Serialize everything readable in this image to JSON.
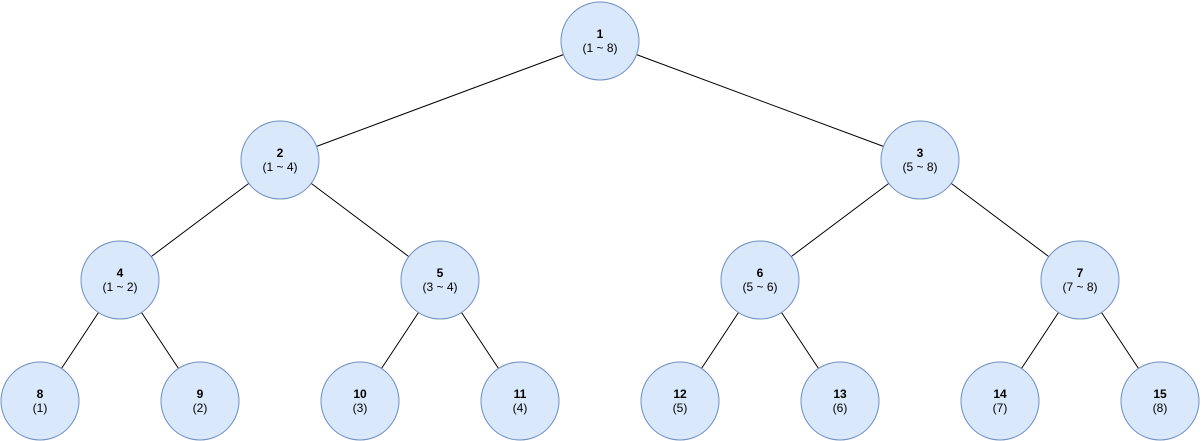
{
  "style": {
    "node_fill": "#dae8fc",
    "node_stroke": "#6c8ebf",
    "edge_color": "#000000"
  },
  "tree": {
    "nodes": [
      {
        "id": "1",
        "range": "(1 ~ 8)"
      },
      {
        "id": "2",
        "range": "(1 ~ 4)"
      },
      {
        "id": "3",
        "range": "(5 ~ 8)"
      },
      {
        "id": "4",
        "range": "(1 ~ 2)"
      },
      {
        "id": "5",
        "range": "(3 ~ 4)"
      },
      {
        "id": "6",
        "range": "(5 ~ 6)"
      },
      {
        "id": "7",
        "range": "(7 ~ 8)"
      },
      {
        "id": "8",
        "range": "(1)"
      },
      {
        "id": "9",
        "range": "(2)"
      },
      {
        "id": "10",
        "range": "(3)"
      },
      {
        "id": "11",
        "range": "(4)"
      },
      {
        "id": "12",
        "range": "(5)"
      },
      {
        "id": "13",
        "range": "(6)"
      },
      {
        "id": "14",
        "range": "(7)"
      },
      {
        "id": "15",
        "range": "(8)"
      }
    ],
    "edges": [
      {
        "from": "1",
        "to": "2"
      },
      {
        "from": "1",
        "to": "3"
      },
      {
        "from": "2",
        "to": "4"
      },
      {
        "from": "2",
        "to": "5"
      },
      {
        "from": "3",
        "to": "6"
      },
      {
        "from": "3",
        "to": "7"
      },
      {
        "from": "4",
        "to": "8"
      },
      {
        "from": "4",
        "to": "9"
      },
      {
        "from": "5",
        "to": "10"
      },
      {
        "from": "5",
        "to": "11"
      },
      {
        "from": "6",
        "to": "12"
      },
      {
        "from": "6",
        "to": "13"
      },
      {
        "from": "7",
        "to": "14"
      },
      {
        "from": "7",
        "to": "15"
      }
    ]
  }
}
